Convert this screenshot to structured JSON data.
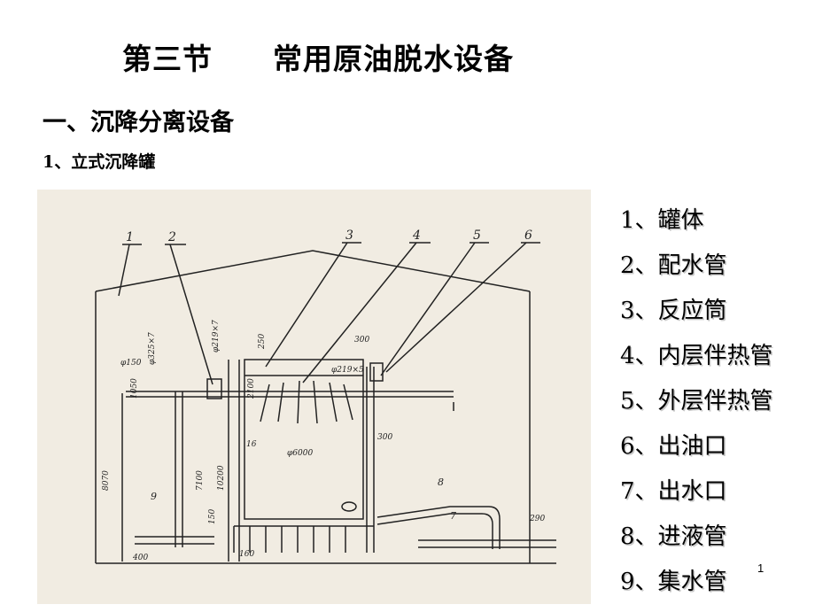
{
  "slide": {
    "title": "第三节　　常用原油脱水设备",
    "section": "一、沉降分离设备",
    "subsection": "1、立式沉降罐",
    "page_number": "1"
  },
  "diagram": {
    "callouts": [
      "1",
      "2",
      "3",
      "4",
      "5",
      "6",
      "7",
      "8",
      "9"
    ],
    "dimensions": [
      "φ325×7",
      "φ219×7",
      "φ219×5",
      "φ6000",
      "φ150",
      "250",
      "300",
      "2100",
      "10200",
      "7100",
      "8070",
      "1050",
      "400",
      "150",
      "160",
      "16",
      "300",
      "290"
    ]
  },
  "legend": [
    "1、罐体",
    "2、配水管",
    "3、反应筒",
    "4、内层伴热管",
    "5、外层伴热管",
    "6、出油口",
    "7、出水口",
    "8、进液管",
    "9、集水管"
  ],
  "colors": {
    "figure_background": "#f1ece2",
    "ink": "#222222"
  }
}
